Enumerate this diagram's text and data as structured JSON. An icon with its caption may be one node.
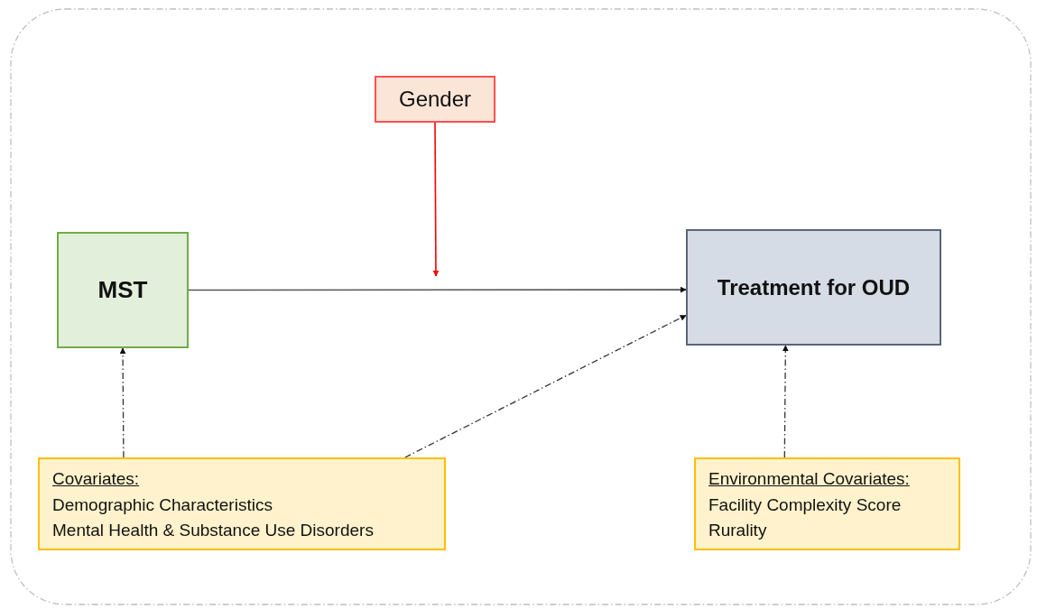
{
  "diagram": {
    "nodes": [
      {
        "text": [
          "Gender"
        ]
      },
      {
        "text": [
          "MST"
        ]
      },
      {
        "text": [
          "Treatment for OUD"
        ]
      },
      {
        "text": [
          "Covariates:",
          "Demographic Characteristics",
          "Mental Health & Substance Use Disorders"
        ]
      },
      {
        "text": [
          "Environmental Covariates:",
          "Facility Complexity Score",
          "Rurality"
        ]
      }
    ],
    "edges": [
      {
        "from": 0,
        "to": null,
        "arrow": "to",
        "color": "#ff0000"
      },
      {
        "from": 1,
        "to": 2,
        "arrow": "to"
      },
      {
        "from": 3,
        "to": 1,
        "arrow": "to",
        "style": "dashed"
      },
      {
        "from": 3,
        "to": 2,
        "arrow": "to",
        "style": "dashed"
      },
      {
        "from": 4,
        "to": 2,
        "arrow": "to",
        "style": "dashed"
      }
    ]
  }
}
